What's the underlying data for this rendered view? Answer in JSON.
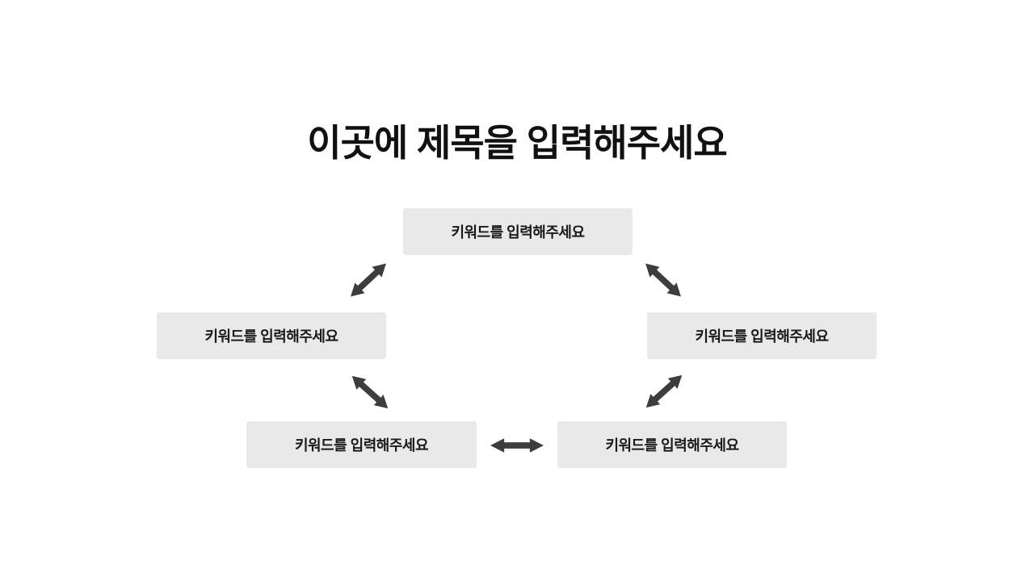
{
  "slide": {
    "title": "이곳에 제목을 입력해주세요"
  },
  "colors": {
    "background": "#ffffff",
    "title_text": "#111111",
    "box_bg": "#e9e9e9",
    "box_text": "#1a1a1a",
    "arrow": "#3d3d3d"
  },
  "diagram": {
    "type": "cycle",
    "boxes": [
      {
        "position": "top",
        "label": "키워드를 입력해주세요"
      },
      {
        "position": "left",
        "label": "키워드를 입력해주세요"
      },
      {
        "position": "right",
        "label": "키워드를 입력해주세요"
      },
      {
        "position": "bottom-left",
        "label": "키워드를 입력해주세요"
      },
      {
        "position": "bottom-right",
        "label": "키워드를 입력해주세요"
      }
    ],
    "connections": [
      {
        "from": "left",
        "to": "top",
        "style": "double-headed",
        "orientation": "diagonal-up-right"
      },
      {
        "from": "top",
        "to": "right",
        "style": "double-headed",
        "orientation": "diagonal-down-right"
      },
      {
        "from": "left",
        "to": "bottom-left",
        "style": "double-headed",
        "orientation": "diagonal-down-right"
      },
      {
        "from": "bottom-right",
        "to": "right",
        "style": "double-headed",
        "orientation": "diagonal-up-right"
      },
      {
        "from": "bottom-left",
        "to": "bottom-right",
        "style": "double-headed",
        "orientation": "horizontal"
      }
    ]
  }
}
